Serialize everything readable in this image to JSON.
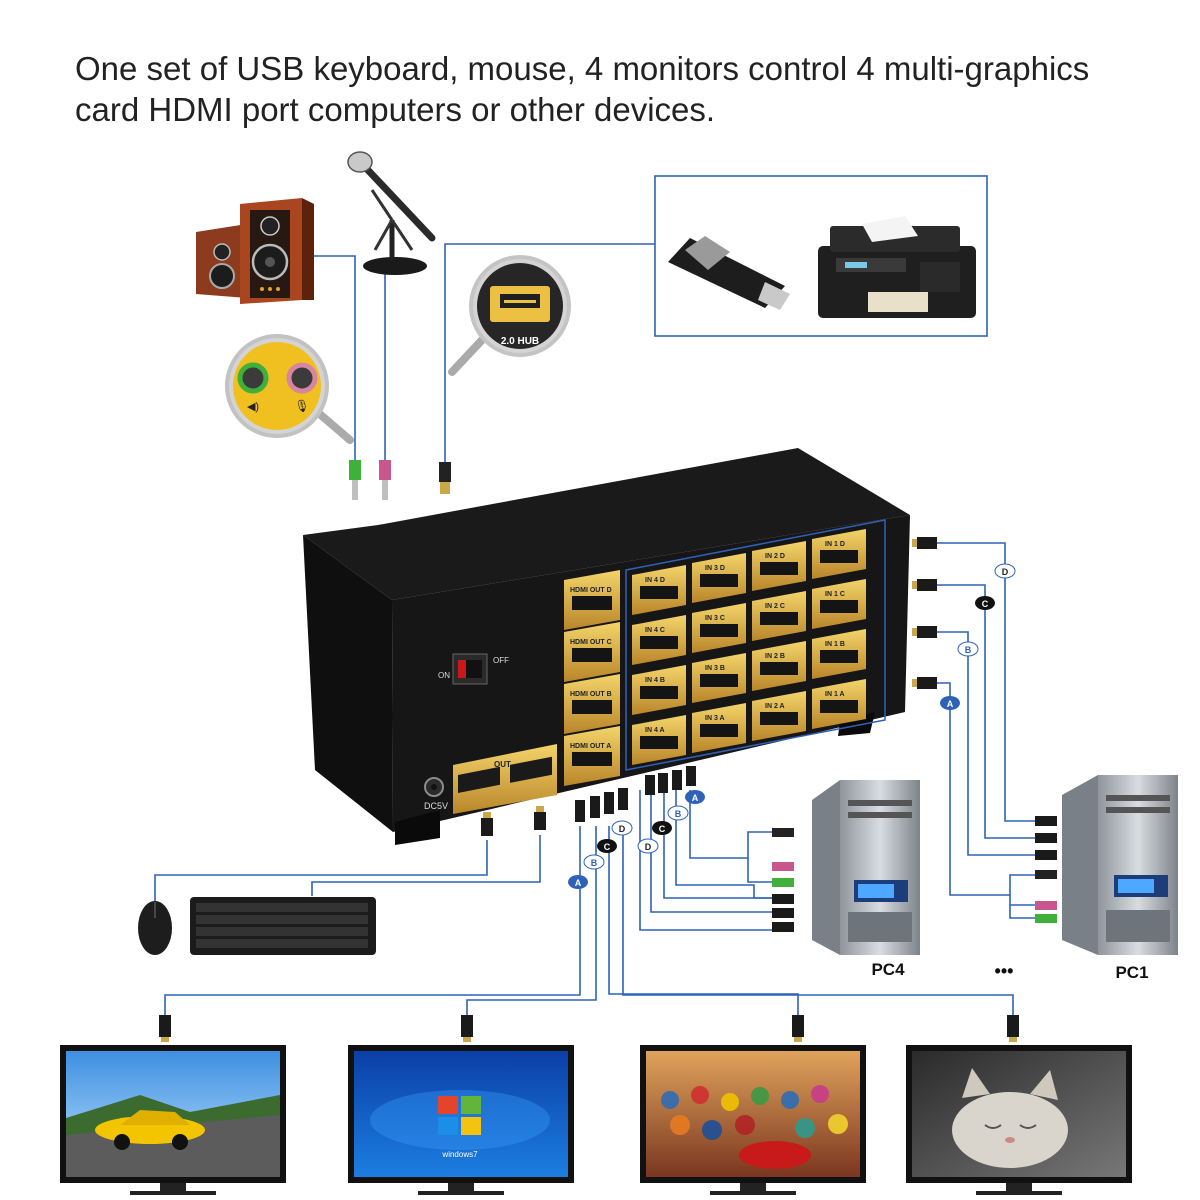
{
  "headline": {
    "line1": "One set of USB keyboard, mouse, 4 monitors control 4 multi-graphics",
    "line2": "card HDMI port computers or other devices."
  },
  "kvm": {
    "power_on": "ON",
    "power_off": "OFF",
    "dc_label": "DC5V",
    "usb_out_label": "OUT",
    "hdmi_out_label": "HDMI OUT",
    "out_ports": [
      "D",
      "C",
      "B",
      "A"
    ],
    "input_rows": [
      "D",
      "C",
      "B",
      "A"
    ],
    "input_columns": [
      "4",
      "3",
      "2",
      "1"
    ],
    "input_prefix": "IN"
  },
  "usb_hub": {
    "label": "2.0 HUB"
  },
  "cable_tags": [
    "A",
    "B",
    "C",
    "D"
  ],
  "computers": {
    "pc4_label": "PC4",
    "ellipsis": "•••",
    "pc1_label": "PC1"
  },
  "monitors": {
    "windows_caption": "windows7"
  },
  "icons": [
    "speakers-icon",
    "microphone-icon",
    "audio-jack-icon",
    "usb-port-icon",
    "usb-flash-drive-icon",
    "printer-icon",
    "mouse-icon",
    "keyboard-icon",
    "pc-tower-icon",
    "monitor-icon"
  ],
  "colors": {
    "kvm_body": "#161616",
    "gold": "#e2b43a",
    "cable_blue": "#2e62b8",
    "audio_green": "#3fb13a",
    "audio_pink": "#c8578e"
  }
}
